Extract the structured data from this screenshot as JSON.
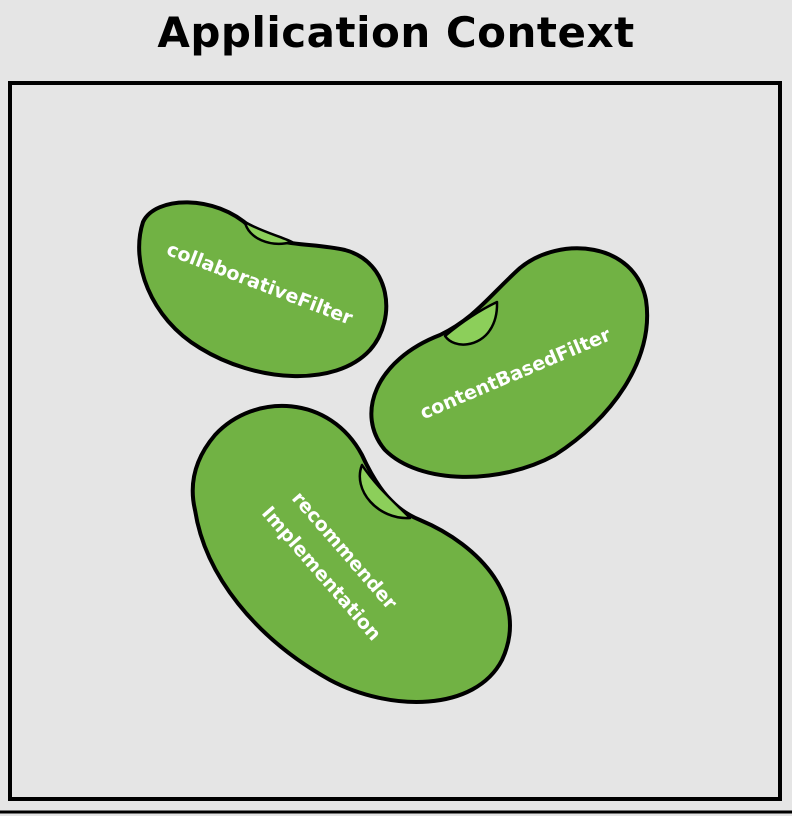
{
  "title": "Application Context",
  "colors": {
    "background": "#e5e5e5",
    "bean_fill": "#71b244",
    "bean_highlight": "#8ccf5a",
    "outline": "#000000",
    "label": "#ffffff"
  },
  "beans": [
    {
      "id": "collaborativeFilter",
      "label": "collaborativeFilter"
    },
    {
      "id": "contentBasedFilter",
      "label": "contentBasedFilter"
    },
    {
      "id": "recommender",
      "label_line1": "recommender",
      "label_line2": "Implementation"
    }
  ]
}
